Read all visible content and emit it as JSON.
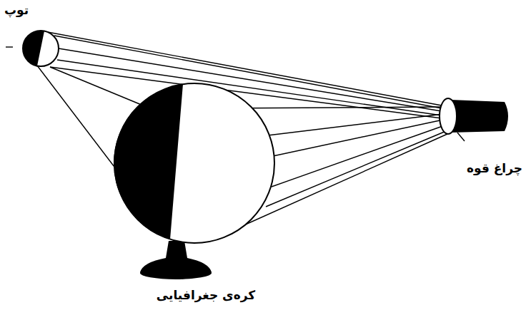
{
  "diagram": {
    "labels": [
      "توپ",
      "چراغ قوه",
      "کره‌ی جغرافیایی"
    ]
  }
}
